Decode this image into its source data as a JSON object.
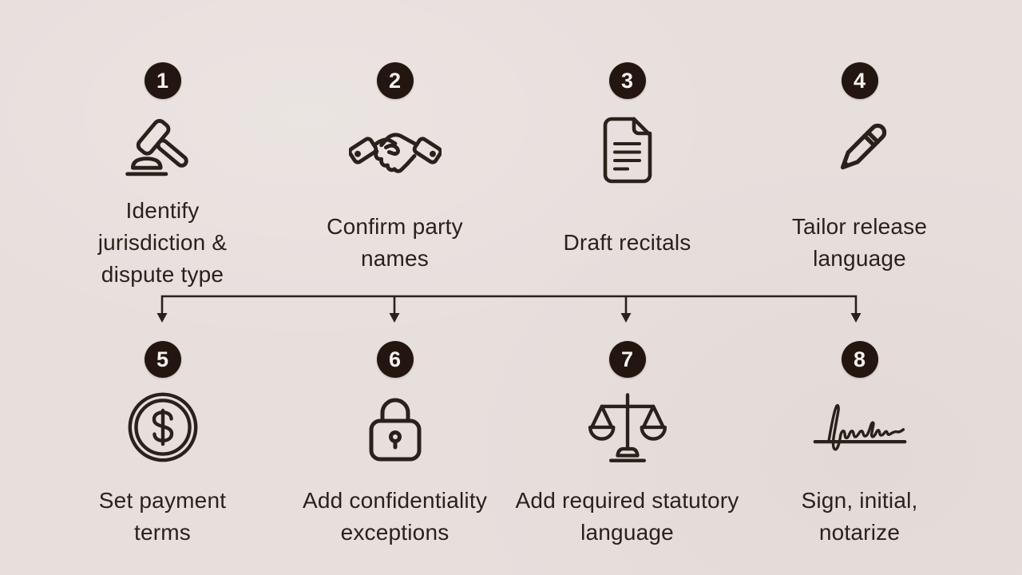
{
  "colors": {
    "background": "#e7dfdc",
    "ink": "#2a211b",
    "badge_background": "#231610",
    "badge_text": "#f7f2ee"
  },
  "connector": {
    "shape": "horizontal bar from step 1 column to step 4 column with four downward arrows into steps 5-8"
  },
  "steps": [
    {
      "number": "1",
      "icon": "gavel-icon",
      "label": "Identify jurisdiction & dispute type"
    },
    {
      "number": "2",
      "icon": "handshake-icon",
      "label": "Confirm party names"
    },
    {
      "number": "3",
      "icon": "document-icon",
      "label": "Draft recitals"
    },
    {
      "number": "4",
      "icon": "pencil-icon",
      "label": "Tailor release language"
    },
    {
      "number": "5",
      "icon": "dollar-coin-icon",
      "label": "Set payment terms"
    },
    {
      "number": "6",
      "icon": "padlock-icon",
      "label": "Add confidentiality exceptions"
    },
    {
      "number": "7",
      "icon": "scales-icon",
      "label": "Add required statutory language"
    },
    {
      "number": "8",
      "icon": "signature-icon",
      "label": "Sign, initial, notarize"
    }
  ]
}
